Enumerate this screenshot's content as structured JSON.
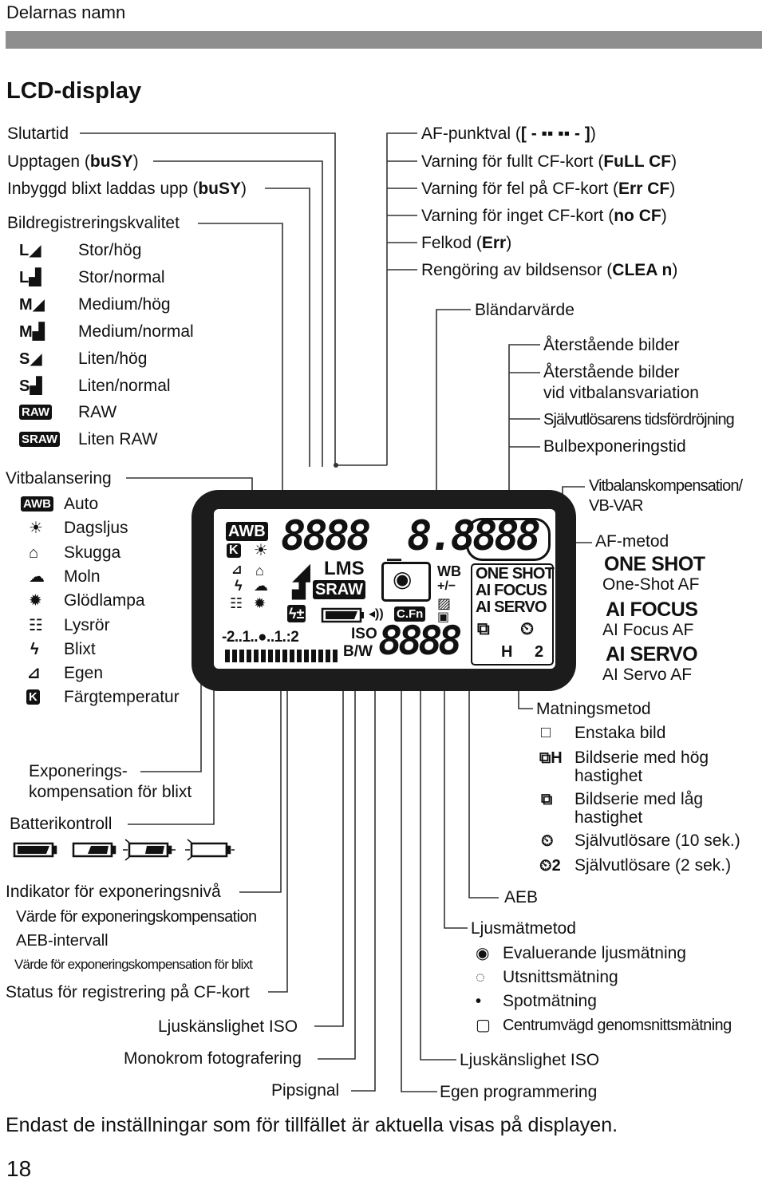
{
  "header": {
    "section_title": "Delarnas namn"
  },
  "page_title": "LCD-display",
  "left": {
    "slutartid": "Slutartid",
    "upptagen": [
      "Upptagen (",
      "buSY",
      ")"
    ],
    "inbyggd": [
      "Inbyggd blixt laddas upp (",
      "buSY",
      ")"
    ],
    "quality_title": "Bildregistreringskvalitet",
    "quality_items": [
      {
        "icon": "L◢",
        "label": "Stor/hög"
      },
      {
        "icon": "L▟",
        "label": "Stor/normal"
      },
      {
        "icon": "M◢",
        "label": "Medium/hög"
      },
      {
        "icon": "M▟",
        "label": "Medium/normal"
      },
      {
        "icon": "S◢",
        "label": "Liten/hög"
      },
      {
        "icon": "S▟",
        "label": "Liten/normal"
      },
      {
        "icon": "RAW",
        "label": "RAW"
      },
      {
        "icon": "SRAW",
        "label": "Liten RAW"
      }
    ],
    "wb_title": "Vitbalansering",
    "wb_items": [
      {
        "icon": "AWB",
        "label": "Auto"
      },
      {
        "icon": "☀",
        "label": "Dagsljus"
      },
      {
        "icon": "⌂",
        "label": "Skugga"
      },
      {
        "icon": "☁",
        "label": "Moln"
      },
      {
        "icon": "✹",
        "label": "Glödlampa"
      },
      {
        "icon": "☷",
        "label": "Lysrör"
      },
      {
        "icon": "ϟ",
        "label": "Blixt"
      },
      {
        "icon": "⊿",
        "label": "Egen"
      },
      {
        "icon": "K",
        "label": "Färgtemperatur"
      }
    ],
    "flash_comp": [
      "Exponerings-",
      "kompensation för blixt"
    ],
    "battery": "Batterikontroll",
    "exposure_indicator": "Indikator för exponeringsnivå",
    "exp_comp_value": "Värde för exponeringskompensation",
    "aeb_range": "AEB-intervall",
    "flash_comp_value": "Värde för exponeringskompensation för blixt",
    "cf_status": "Status för registrering på CF-kort",
    "iso": "Ljuskänslighet ISO",
    "mono": "Monokrom fotografering",
    "beep": "Pipsignal"
  },
  "right": {
    "af_point": [
      "AF-punktval (",
      "[ - ▪▪ ▪▪ - ]",
      ")"
    ],
    "full_cf": [
      "Varning för fullt CF-kort (",
      "FuLL CF",
      ")"
    ],
    "err_cf": [
      "Varning för fel på CF-kort (",
      "Err CF",
      ")"
    ],
    "no_cf": [
      "Varning för inget CF-kort (",
      "no CF",
      ")"
    ],
    "felkod": [
      "Felkod (",
      "Err",
      ")"
    ],
    "clean": [
      "Rengöring av bildsensor (",
      "CLEA n",
      ")"
    ],
    "aperture": "Bländarvärde",
    "remaining": "Återstående bilder",
    "remaining_wb": [
      "Återstående bilder",
      "vid vitbalansvariation"
    ],
    "self_timer_delay": "Självutlösarens tidsfördröjning",
    "bulb": "Bulbexponeringstid",
    "wb_comp": [
      "Vitbalanskompensation/",
      "VB-VAR"
    ],
    "af_method": "AF-metod",
    "af_modes": [
      {
        "code": "ONE SHOT",
        "label": "One-Shot AF"
      },
      {
        "code": "AI FOCUS",
        "label": "AI Focus AF"
      },
      {
        "code": "AI SERVO",
        "label": "AI Servo AF"
      }
    ],
    "drive_title": "Matningsmetod",
    "drive_items": [
      {
        "icon": "□",
        "label": "Enstaka bild"
      },
      {
        "icon": "⧉H",
        "label": "Bildserie med hög",
        "label2": "hastighet"
      },
      {
        "icon": "⧉",
        "label": "Bildserie med låg",
        "label2": "hastighet"
      },
      {
        "icon": "⏲",
        "label": "Självutlösare (10 sek.)"
      },
      {
        "icon": "⏲2",
        "label": "Självutlösare (2 sek.)"
      }
    ],
    "aeb": "AEB",
    "metering_title": "Ljusmätmetod",
    "metering_items": [
      {
        "icon": "◉",
        "label": "Evaluerande ljusmätning"
      },
      {
        "icon": "◌",
        "label": "Utsnittsmätning"
      },
      {
        "icon": "•",
        "label": "Spotmätning"
      },
      {
        "icon": "▢",
        "label": "Centrumvägd genomsnittsmätning"
      }
    ],
    "iso": "Ljuskänslighet ISO",
    "custom": "Egen programmering"
  },
  "lcd": {
    "digits_main": "8888",
    "digits_ap": "8.8",
    "digits_rem": "888",
    "awb": "AWB",
    "lms": "LMS",
    "sraw": "SRAW",
    "wb": "WB",
    "wb_pm": "+/−",
    "af_modes": [
      "ONE SHOT",
      "AI FOCUS",
      "AI SERVO"
    ],
    "scale": "-2..1..●..1.:2",
    "iso": "ISO",
    "bw": "B/W",
    "iso_digits": "8888",
    "cfn": "C.Fn",
    "h": "H",
    "two": "2"
  },
  "footer": {
    "note": "Endast de inställningar som för tillfället är aktuella visas på displayen.",
    "page_number": "18"
  }
}
